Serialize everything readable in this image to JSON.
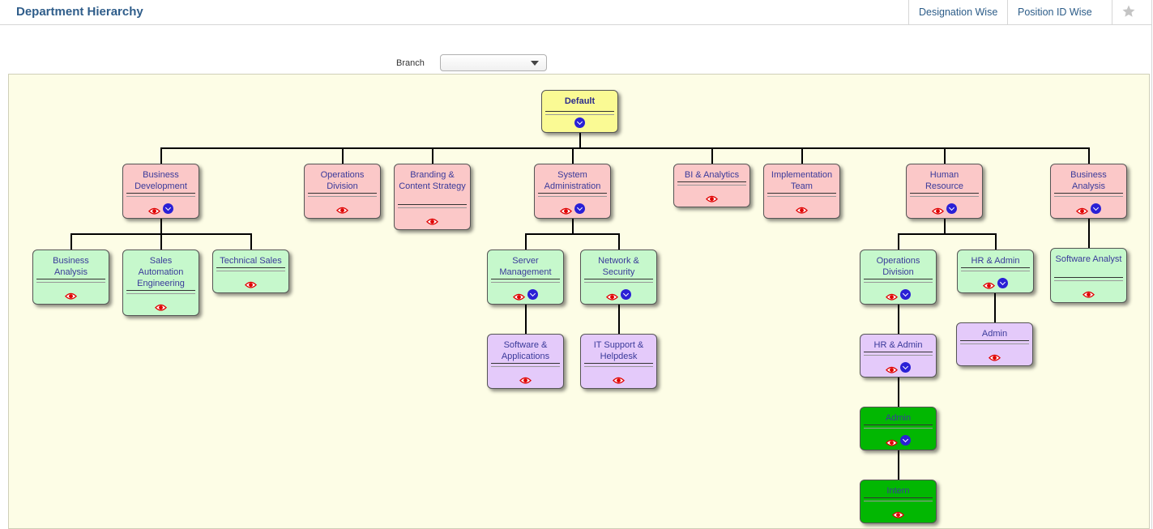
{
  "header": {
    "title": "Department Hierarchy",
    "tabs": [
      "Designation Wise",
      "Position ID Wise"
    ],
    "favorite_icon": "star-icon"
  },
  "filter": {
    "branch_label": "Branch",
    "branch_value": ""
  },
  "colors": {
    "root": "#fafa94",
    "level1": "#fbc8c8",
    "level2": "#c6f8cc",
    "level3": "#e4cafa",
    "selected": "#02b702",
    "view_icon": "#e00000",
    "expand_icon": "#2a20d6"
  },
  "tree": {
    "default": {
      "label": "Default",
      "icons": [
        "expand"
      ]
    },
    "business_development": {
      "label": "Business Development",
      "icons": [
        "view",
        "expand"
      ]
    },
    "operations_division": {
      "label": "Operations Division",
      "icons": [
        "view"
      ]
    },
    "branding_content_strategy": {
      "label": "Branding & Content Strategy",
      "icons": [
        "view"
      ]
    },
    "system_administration": {
      "label": "System Administration",
      "icons": [
        "view",
        "expand"
      ]
    },
    "bi_analytics": {
      "label": "BI & Analytics",
      "icons": [
        "view"
      ]
    },
    "implementation_team": {
      "label": "Implementation Team",
      "icons": [
        "view"
      ]
    },
    "human_resource": {
      "label": "Human Resource",
      "icons": [
        "view",
        "expand"
      ]
    },
    "business_analysis_top": {
      "label": "Business Analysis",
      "icons": [
        "view",
        "expand"
      ]
    },
    "business_analysis_sub": {
      "label": "Business Analysis",
      "icons": [
        "view"
      ]
    },
    "sales_automation_engineering": {
      "label": "Sales Automation Engineering",
      "icons": [
        "view"
      ]
    },
    "technical_sales": {
      "label": "Technical Sales",
      "icons": [
        "view"
      ]
    },
    "server_management": {
      "label": "Server Management",
      "icons": [
        "view",
        "expand"
      ]
    },
    "network_security": {
      "label": "Network & Security",
      "icons": [
        "view",
        "expand"
      ]
    },
    "software_applications": {
      "label": "Software & Applications",
      "icons": [
        "view"
      ]
    },
    "it_support_helpdesk": {
      "label": "IT Support & Helpdesk",
      "icons": [
        "view"
      ]
    },
    "hr_operations_division": {
      "label": "Operations Division",
      "icons": [
        "view",
        "expand"
      ]
    },
    "hr_admin_right": {
      "label": "HR & Admin",
      "icons": [
        "view",
        "expand"
      ]
    },
    "admin_right": {
      "label": "Admin",
      "icons": [
        "view"
      ]
    },
    "hr_admin_left": {
      "label": "HR & Admin",
      "icons": [
        "view",
        "expand"
      ]
    },
    "admin_selected": {
      "label": "Admin",
      "icons": [
        "view",
        "expand"
      ]
    },
    "intern": {
      "label": "Intern",
      "icons": [
        "view"
      ]
    },
    "software_analyst": {
      "label": "Software Analyst",
      "icons": [
        "view"
      ]
    }
  }
}
